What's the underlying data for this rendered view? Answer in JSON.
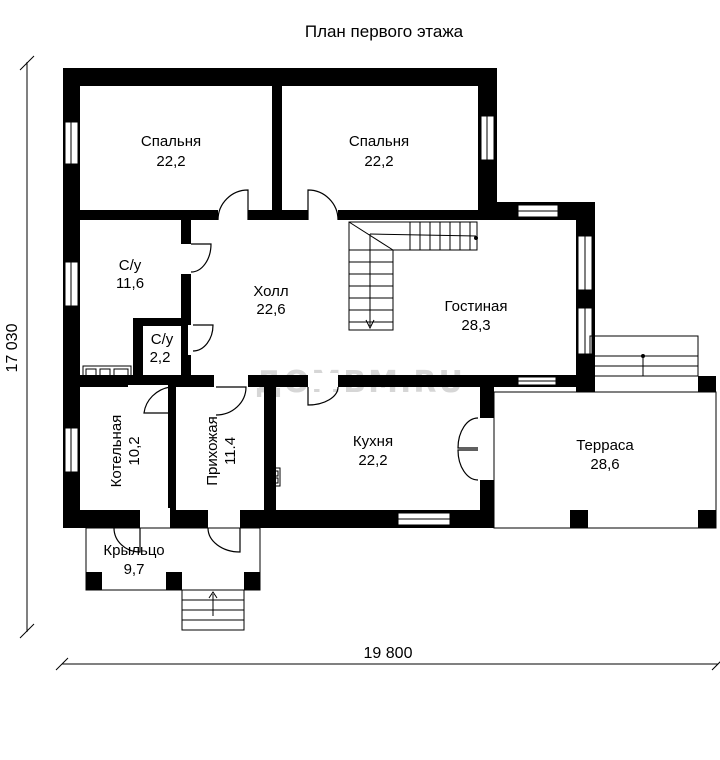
{
  "title": "План первого этажа",
  "watermark": "ДОМВМ.RU",
  "dimensions": {
    "width": "19 800",
    "height": "17 030"
  },
  "rooms": {
    "bedroom_left": {
      "name": "Спальня",
      "area": "22,2"
    },
    "bedroom_right": {
      "name": "Спальня",
      "area": "22,2"
    },
    "bath_large": {
      "name": "С/у",
      "area": "11,6"
    },
    "bath_small": {
      "name": "С/у",
      "area": "2,2"
    },
    "hall": {
      "name": "Холл",
      "area": "22,6"
    },
    "living": {
      "name": "Гостиная",
      "area": "28,3"
    },
    "boiler": {
      "name": "Котельная",
      "area": "10,2"
    },
    "entry": {
      "name": "Прихожая",
      "area": "11.4"
    },
    "kitchen": {
      "name": "Кухня",
      "area": "22,2"
    },
    "terrace": {
      "name": "Терраса",
      "area": "28,6"
    },
    "porch": {
      "name": "Крыльцо",
      "area": "9,7"
    }
  }
}
